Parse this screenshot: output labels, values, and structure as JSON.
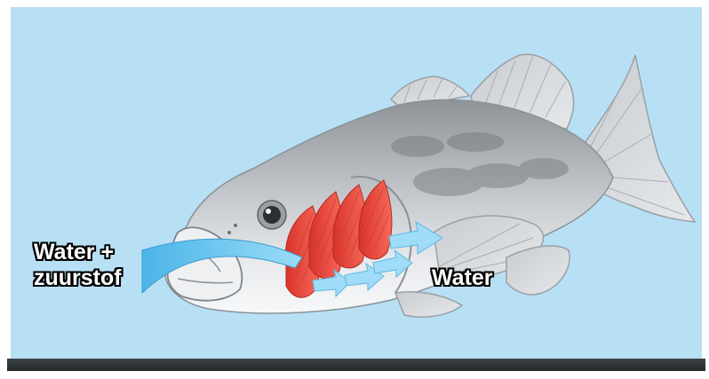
{
  "labels": {
    "water_in_line1": "Water +",
    "water_in_line2": "zuurstof",
    "water_out": "Water"
  },
  "colors": {
    "background": "#b7e0f5",
    "fish_body": "#c9ccd0",
    "fish_belly": "#f2f3f5",
    "gills": "#ef4a3a",
    "water_flow": "#5cc0ee",
    "label_text": "#ffffff",
    "label_outline": "#000000"
  },
  "icons": [
    "fish-illustration",
    "water-flow-arrow-icon",
    "gill-icon"
  ]
}
